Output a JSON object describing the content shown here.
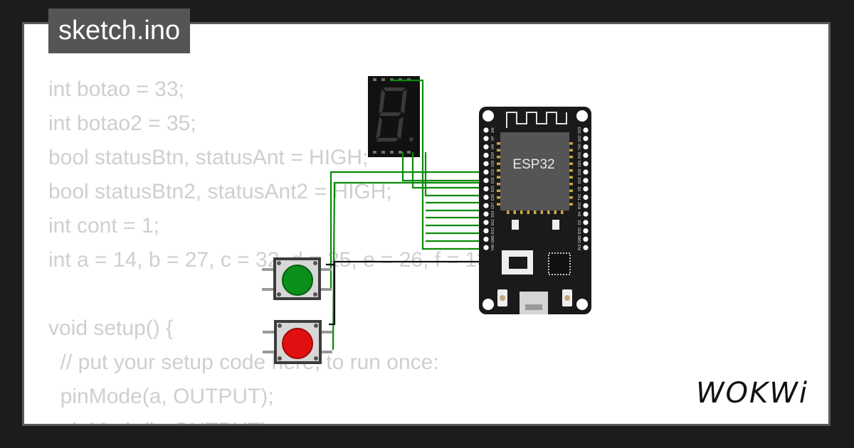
{
  "title": "sketch.ino",
  "brand": "WOKWi",
  "code_lines": [
    "int botao = 33;",
    "int botao2 = 35;",
    "bool statusBtn, statusAnt = HIGH;",
    "bool statusBtn2, statusAnt2 = HIGH;",
    "int cont = 1;",
    "int a = 14, b = 27, c = 32, d = 25, e = 26, f = 13, g = 33;",
    "",
    "void setup() {",
    "  // put your setup code here, to run once:",
    "  pinMode(a, OUTPUT);",
    "  pinMode(b, OUTPUT);"
  ],
  "board": {
    "label": "ESP32",
    "left_pins": [
      "EN",
      "VP",
      "VN",
      "D34",
      "D35",
      "D32",
      "D33",
      "D25",
      "D26",
      "D27",
      "D14",
      "D12",
      "D13",
      "GND",
      "VIN"
    ],
    "right_pins": [
      "D23",
      "D22",
      "TX0",
      "RX0",
      "D21",
      "D19",
      "D18",
      "D5",
      "TX2",
      "RX2",
      "D4",
      "D2",
      "D15",
      "GND",
      "3V3"
    ]
  },
  "colors": {
    "wire_green": "#0a8a0a",
    "wire_black": "#111111",
    "button_green": "#0a8f1a",
    "button_red": "#e01010",
    "board": "#1a1a1a",
    "chip": "#555555",
    "code_text": "#cfcfcf"
  },
  "icons": [
    "wifi-antenna-icon",
    "usb-port-icon"
  ]
}
